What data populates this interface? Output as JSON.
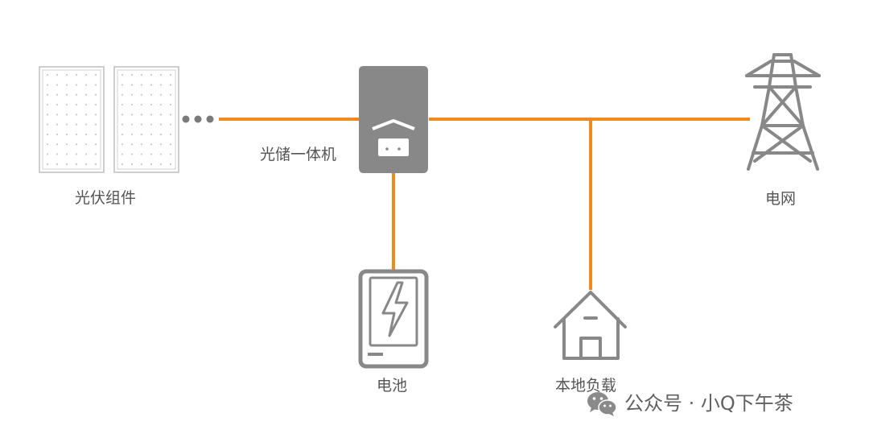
{
  "diagram": {
    "labels": {
      "pv_modules": "光伏组件",
      "hybrid_inverter": "光储一体机",
      "grid": "电网",
      "battery": "电池",
      "local_load": "本地负载"
    },
    "watermark": "公众号 · 小Q下午茶"
  },
  "colors": {
    "line": "#F08A1E",
    "device_gray": "#888888",
    "panel_border": "#BDBDBD",
    "label_text": "#555555"
  },
  "icons": [
    "solar-panel-icon",
    "ellipsis-icon",
    "inverter-icon",
    "battery-icon",
    "house-icon",
    "transmission-tower-icon",
    "wechat-icon"
  ]
}
